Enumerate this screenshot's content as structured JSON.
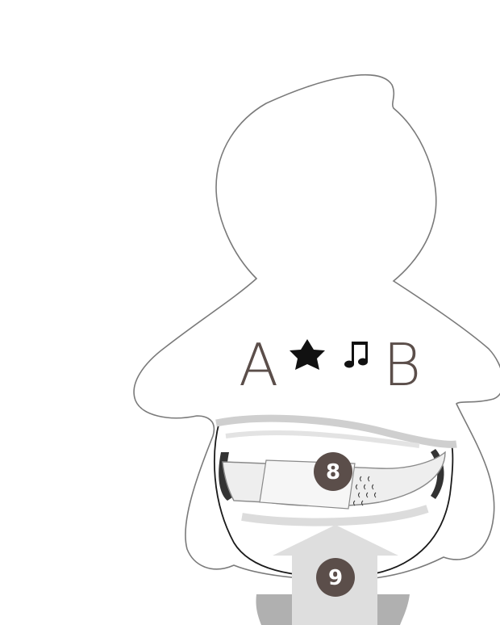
{
  "figure": {
    "labels": {
      "left_letter": "A",
      "right_letter": "B",
      "star_icon": "star-icon",
      "music_icon": "music-note-icon"
    },
    "steps": [
      {
        "number": "8"
      },
      {
        "number": "9"
      }
    ],
    "colors": {
      "outline": "#7a7a7a",
      "letters": "#5b4e4a",
      "badge": "#5b4e4a",
      "arrow": "#dedede",
      "base": "#b0b0b0",
      "strap": "#e8e8e8"
    }
  }
}
